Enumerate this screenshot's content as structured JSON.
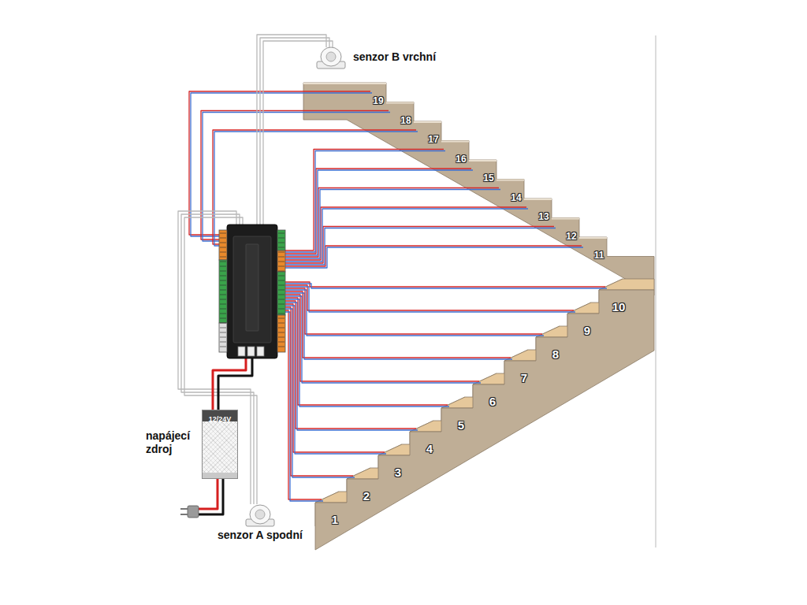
{
  "diagram": {
    "nodes": [
      {
        "text": [
          "senzor B vrchní"
        ]
      },
      {
        "text": [
          "12/24V",
          "napájecí zdroj"
        ]
      },
      {
        "text": [
          "senzor A spodní"
        ]
      }
    ],
    "labels": [
      "19",
      "18",
      "17",
      "16",
      "15",
      "14",
      "13",
      "12",
      "11",
      "10",
      "9",
      "8",
      "7",
      "6",
      "5",
      "4",
      "3",
      "2",
      "1"
    ]
  }
}
